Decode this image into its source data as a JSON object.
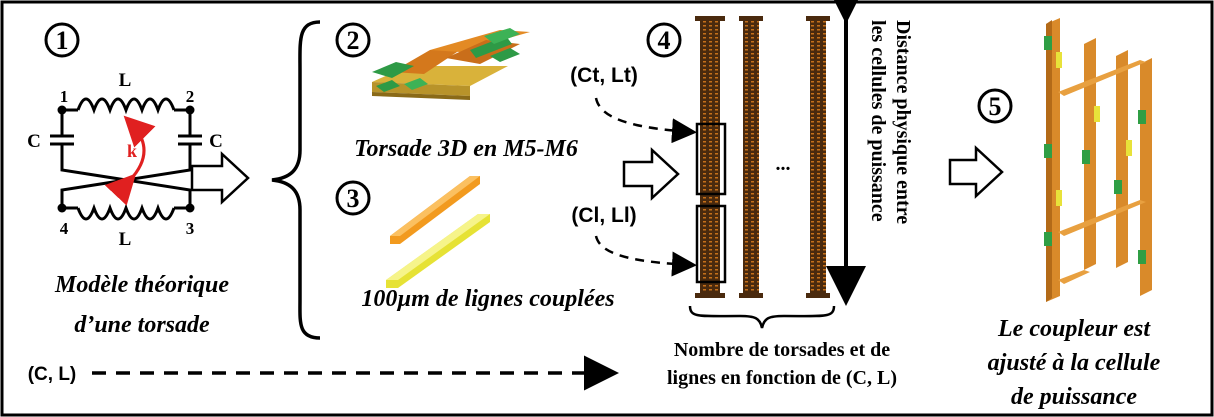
{
  "steps": {
    "one": "1",
    "two": "2",
    "three": "3",
    "four": "4",
    "five": "5"
  },
  "circuit": {
    "inductor_top": "L",
    "inductor_bottom": "L",
    "cap_left": "C",
    "cap_right": "C",
    "coupling": "k",
    "node1": "1",
    "node2": "2",
    "node3": "3",
    "node4": "4"
  },
  "captions": {
    "model_line1": "Modèle théorique",
    "model_line2": "d’une torsade",
    "twist_3d": "Torsade 3D en M5-M6",
    "lines_100um": "100µm de lignes couplées",
    "coupler_line1": "Le coupleur est",
    "coupler_line2": "ajusté à la cellule",
    "coupler_line3": "de puissance"
  },
  "params": {
    "ct_lt": "(Ct, Lt)",
    "cl_ll": "(Cl, Ll)",
    "c_l": "(C, L)"
  },
  "distance_label": {
    "line1": "Distance physique entre",
    "line2": "les cellules de puissance"
  },
  "count_label": {
    "line1": "Nombre de torsades et de",
    "line2": "lignes en fonction de (C, L)"
  },
  "ellipsis": "...",
  "colors": {
    "orange": "#e07a1c",
    "brown": "#8a4a12",
    "green": "#2f9e44",
    "yellow": "#e8e23a",
    "red_arrow": "#e02020"
  }
}
